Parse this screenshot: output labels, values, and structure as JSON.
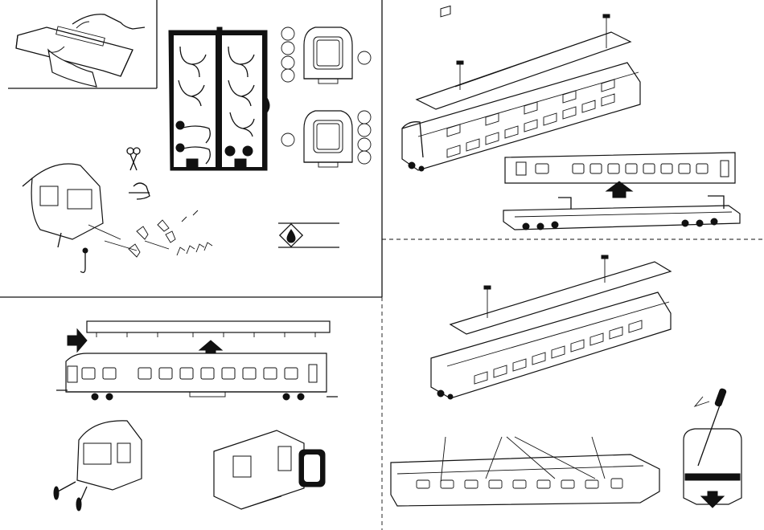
{
  "sheet": {
    "ink_color": "#111111",
    "paper_color": "#ffffff",
    "steps": [
      {
        "id": "step-1",
        "content": "hand-assembly-of-bar"
      },
      {
        "id": "step-2",
        "content": "sprue-of-coupling-parts-and-end-views"
      },
      {
        "id": "step-3",
        "content": "coupling-hose-attachment-and-cutting"
      },
      {
        "id": "step-4",
        "content": "oil-symbol-box"
      },
      {
        "id": "step-5",
        "content": "roof-removal-exploded-view"
      },
      {
        "id": "step-6",
        "content": "roof-lift-side-view"
      },
      {
        "id": "step-7",
        "content": "buffers-and-diaphragm-fitting"
      },
      {
        "id": "step-8",
        "content": "interior-removal-with-screwdriver"
      }
    ],
    "icons": [
      "scissors-icon",
      "oil-drop-icon",
      "up-arrow-icon",
      "right-arrow-icon",
      "down-arrow-icon",
      "screw-icon",
      "screwdriver-icon",
      "hand-icon"
    ]
  }
}
